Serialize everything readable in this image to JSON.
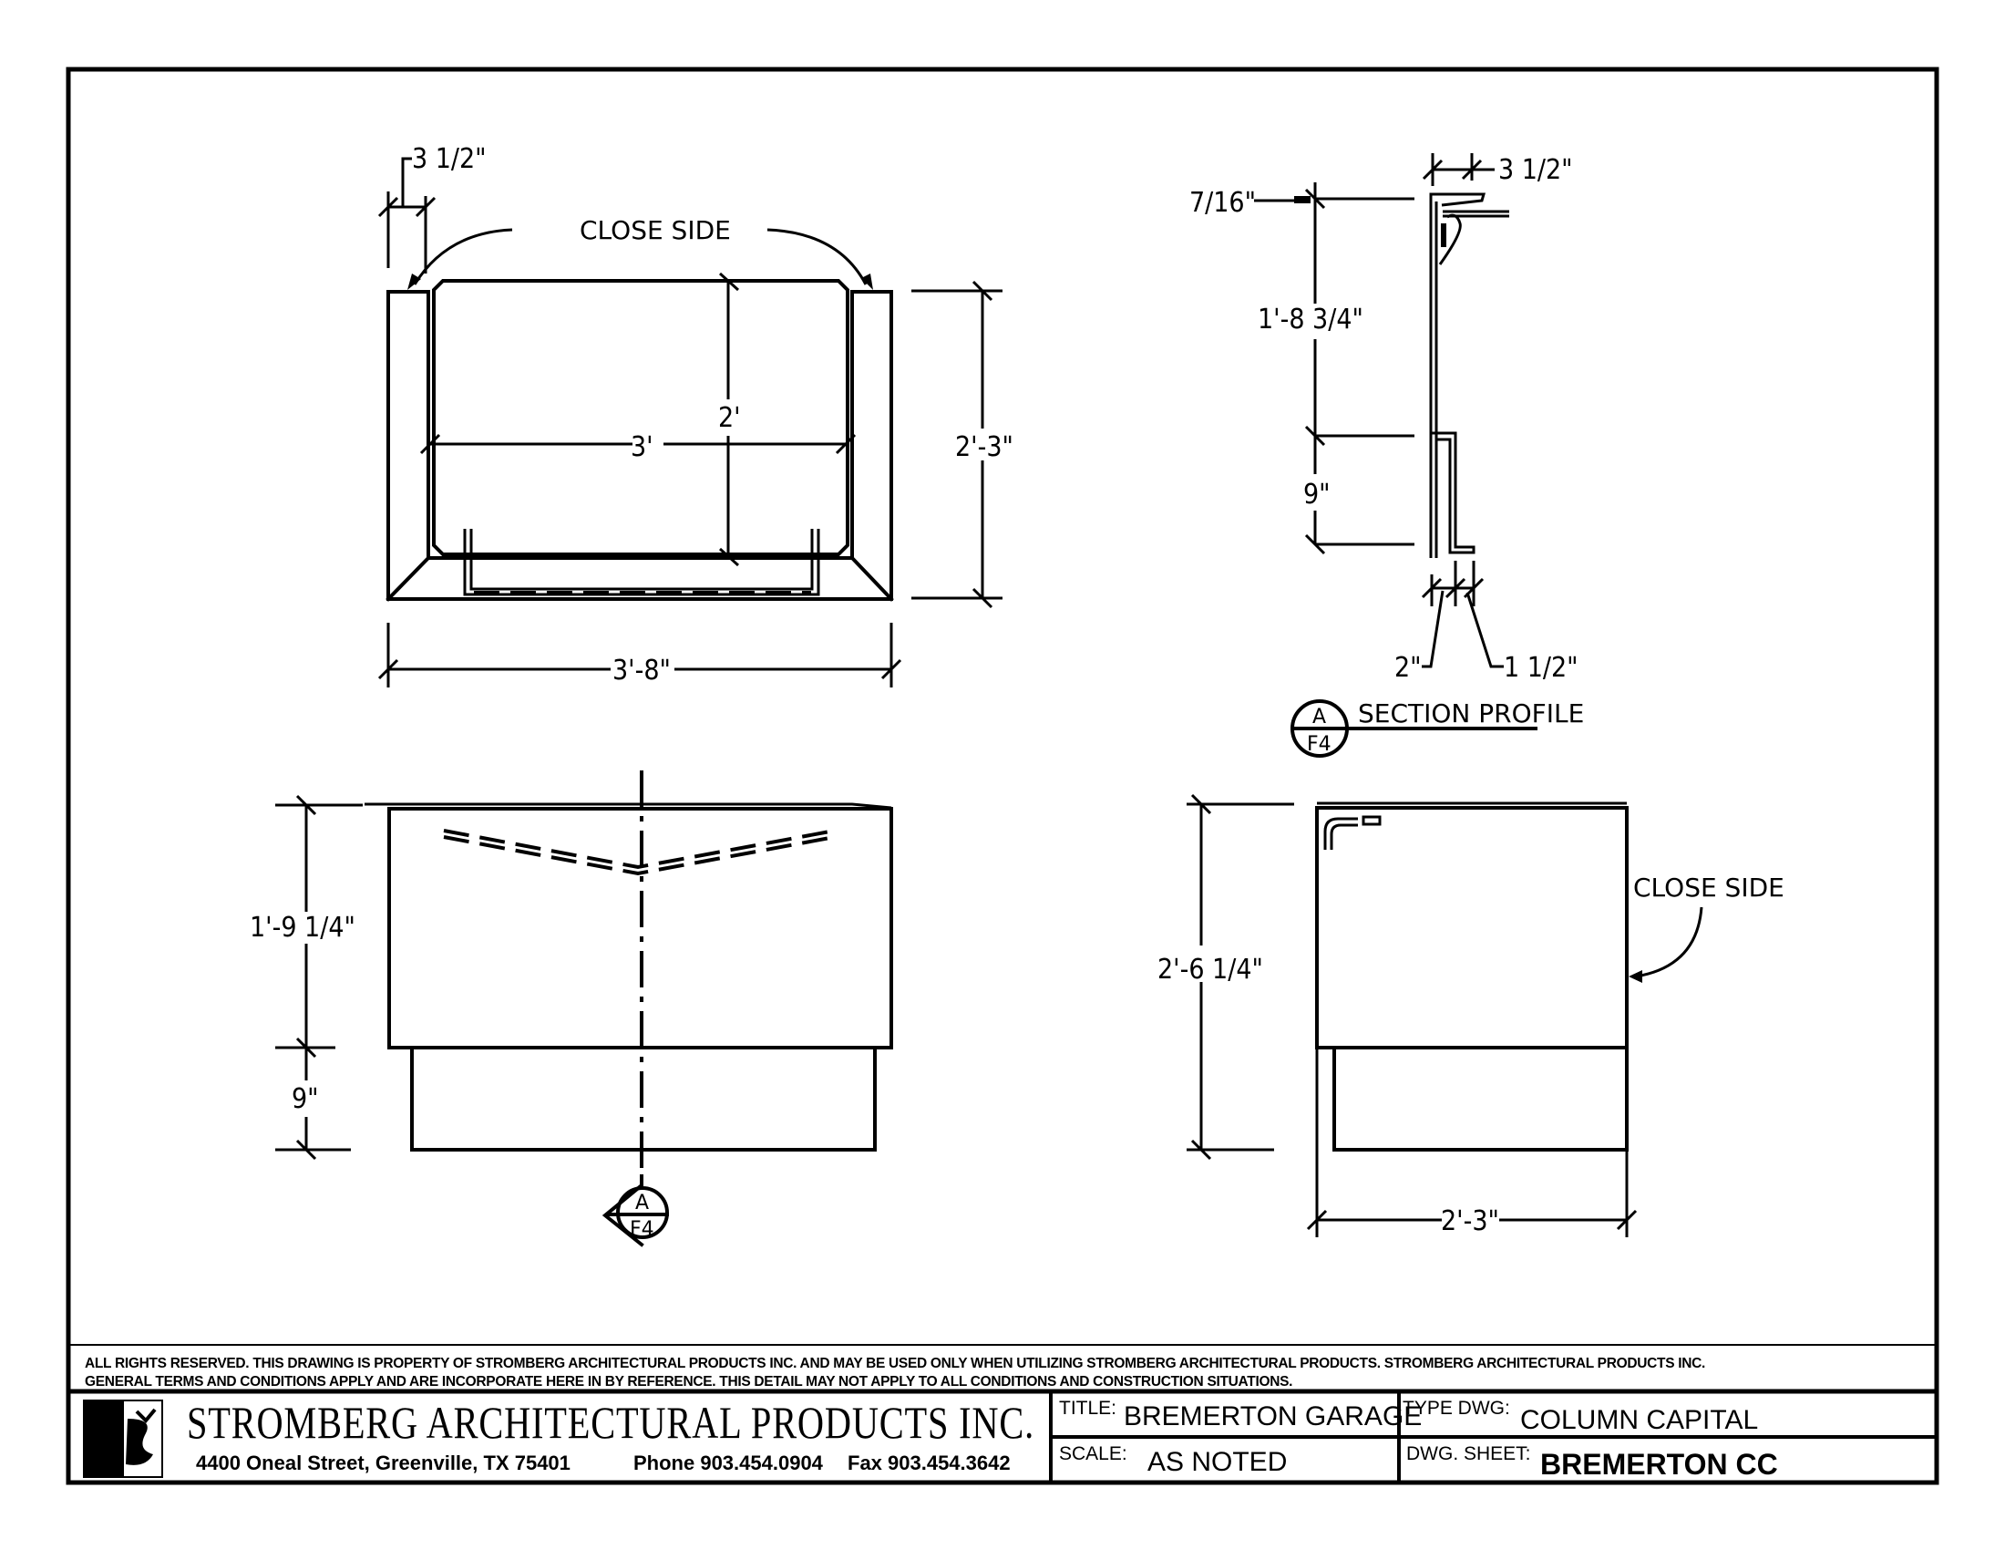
{
  "drawing": {
    "plan_view": {
      "close_side_label": "CLOSE SIDE",
      "dims": {
        "flange_width": "3 1/2\"",
        "inner_width": "3'",
        "inner_depth": "2'",
        "overall_depth": "2'-3\"",
        "overall_width": "3'-8\""
      }
    },
    "section_profile": {
      "title": "SECTION PROFILE",
      "bubble_top": "A",
      "bubble_bottom": "F4",
      "dims": {
        "top_lip": "7/16\"",
        "top_flange": "3 1/2\"",
        "upper_height": "1'-8 3/4\"",
        "lower_height": "9\"",
        "step_width": "2\"",
        "return_width": "1 1/2\""
      }
    },
    "front_elevation": {
      "section_cut_top": "A",
      "section_cut_bottom": "F4",
      "dims": {
        "upper_height": "1'-9 1/4\"",
        "lower_height": "9\""
      }
    },
    "side_elevation": {
      "close_side_label": "CLOSE SIDE",
      "dims": {
        "overall_height": "2'-6 1/4\"",
        "width": "2'-3\""
      }
    }
  },
  "notes": {
    "line1": "ALL RIGHTS RESERVED. THIS DRAWING IS PROPERTY OF STROMBERG ARCHITECTURAL PRODUCTS INC. AND MAY BE USED ONLY WHEN UTILIZING STROMBERG ARCHITECTURAL PRODUCTS.  STROMBERG ARCHITECTURAL PRODUCTS INC.",
    "line2": "GENERAL TERMS AND CONDITIONS APPLY AND ARE INCORPORATE HERE IN BY REFERENCE.  THIS DETAIL MAY NOT APPLY TO ALL CONDITIONS AND CONSTRUCTION SITUATIONS."
  },
  "title_block": {
    "company_name": "STROMBERG ARCHITECTURAL PRODUCTS INC.",
    "address": "4400 Oneal Street, Greenville, TX  75401",
    "phone": "Phone 903.454.0904",
    "fax": "Fax 903.454.3642",
    "title_key": "TITLE:",
    "title_value": "BREMERTON GARAGE",
    "scale_key": "SCALE:",
    "scale_value": "AS NOTED",
    "type_key": "TYPE DWG:",
    "type_value": "COLUMN CAPITAL",
    "sheet_key": "DWG. SHEET:",
    "sheet_value": "BREMERTON CC"
  }
}
